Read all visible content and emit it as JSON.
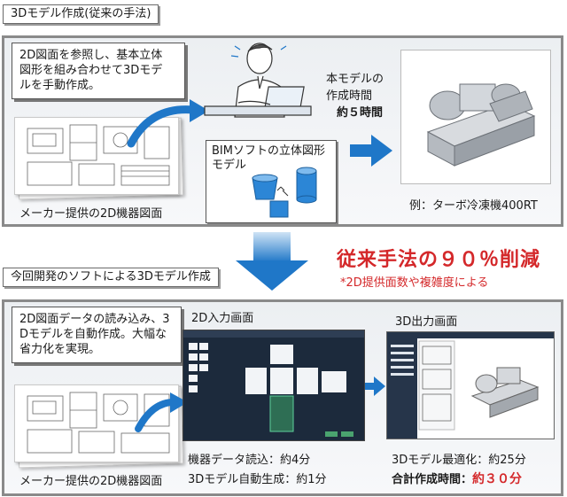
{
  "colors": {
    "accent_red": "#d4282a",
    "arrow_blue": "#1f77c8",
    "panel_border": "#8a8a8a"
  },
  "section1": {
    "tag": "3Dモデル作成(従来の手法)",
    "bubble_lines": [
      "2D図面を参照し、基本立体",
      "図形を組み合わせて3Dモデ",
      "ルを手動作成。"
    ],
    "drawing_caption": "メーカー提供の2D機器図面",
    "bim_box_lines": [
      "BIMソフトの立体図形",
      "モデル"
    ],
    "time_lines": [
      "本モデルの",
      "作成時間",
      "約５時間"
    ],
    "example_caption": "例：ターボ冷凍機400RT"
  },
  "reduction": {
    "headline": "従来手法の９０％削減",
    "note": "*2D提供面数や複雑度による"
  },
  "section2": {
    "tag": "今回開発のソフトによる3Dモデル作成",
    "bubble_lines": [
      "2D図面データの読み込み、3",
      "Dモデルを自動作成。大幅な",
      "省力化を実現。"
    ],
    "drawing_caption": "メーカー提供の2D機器図面",
    "input_screen_label": "2D入力画面",
    "output_screen_label": "3D出力画面",
    "time_input_1": "機器データ読込：約4分",
    "time_input_2": "3Dモデル自動生成：約1分",
    "time_output_1": "3Dモデル最適化：約25分",
    "total_label": "合計作成時間：",
    "total_value": "約３０分"
  }
}
